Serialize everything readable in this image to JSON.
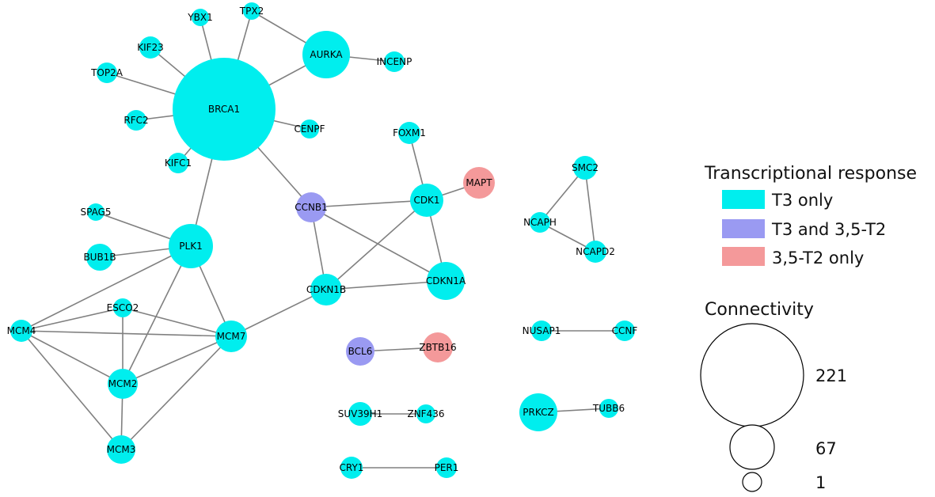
{
  "colors": {
    "t3_only": "#00EEEE",
    "t3_and_t2": "#9A9AF2",
    "t2_only": "#F4999A",
    "edge": "#808080"
  },
  "nodes": [
    {
      "id": "BRCA1",
      "group": "t3_only"
    },
    {
      "id": "AURKA",
      "group": "t3_only"
    },
    {
      "id": "TPX2",
      "group": "t3_only"
    },
    {
      "id": "YBX1",
      "group": "t3_only"
    },
    {
      "id": "KIF23",
      "group": "t3_only"
    },
    {
      "id": "TOP2A",
      "group": "t3_only"
    },
    {
      "id": "RFC2",
      "group": "t3_only"
    },
    {
      "id": "KIFC1",
      "group": "t3_only"
    },
    {
      "id": "CENPF",
      "group": "t3_only"
    },
    {
      "id": "INCENP",
      "group": "t3_only"
    },
    {
      "id": "PLK1",
      "group": "t3_only"
    },
    {
      "id": "SPAG5",
      "group": "t3_only"
    },
    {
      "id": "BUB1B",
      "group": "t3_only"
    },
    {
      "id": "ESCO2",
      "group": "t3_only"
    },
    {
      "id": "MCM4",
      "group": "t3_only"
    },
    {
      "id": "MCM7",
      "group": "t3_only"
    },
    {
      "id": "MCM2",
      "group": "t3_only"
    },
    {
      "id": "MCM3",
      "group": "t3_only"
    },
    {
      "id": "CCNB1",
      "group": "t3_and_t2"
    },
    {
      "id": "CDK1",
      "group": "t3_only"
    },
    {
      "id": "FOXM1",
      "group": "t3_only"
    },
    {
      "id": "MAPT",
      "group": "t2_only"
    },
    {
      "id": "CDKN1B",
      "group": "t3_only"
    },
    {
      "id": "CDKN1A",
      "group": "t3_only"
    },
    {
      "id": "SMC2",
      "group": "t3_only"
    },
    {
      "id": "NCAPH",
      "group": "t3_only"
    },
    {
      "id": "NCAPD2",
      "group": "t3_only"
    },
    {
      "id": "BCL6",
      "group": "t3_and_t2"
    },
    {
      "id": "ZBTB16",
      "group": "t2_only"
    },
    {
      "id": "NUSAP1",
      "group": "t3_only"
    },
    {
      "id": "CCNF",
      "group": "t3_only"
    },
    {
      "id": "SUV39H1",
      "group": "t3_only"
    },
    {
      "id": "ZNF436",
      "group": "t3_only"
    },
    {
      "id": "PRKCZ",
      "group": "t3_only"
    },
    {
      "id": "TUBB6",
      "group": "t3_only"
    },
    {
      "id": "CRY1",
      "group": "t3_only"
    },
    {
      "id": "PER1",
      "group": "t3_only"
    }
  ],
  "edges": [
    [
      "BRCA1",
      "AURKA"
    ],
    [
      "BRCA1",
      "TPX2"
    ],
    [
      "BRCA1",
      "YBX1"
    ],
    [
      "BRCA1",
      "KIF23"
    ],
    [
      "BRCA1",
      "TOP2A"
    ],
    [
      "BRCA1",
      "RFC2"
    ],
    [
      "BRCA1",
      "KIFC1"
    ],
    [
      "BRCA1",
      "CENPF"
    ],
    [
      "BRCA1",
      "PLK1"
    ],
    [
      "BRCA1",
      "CCNB1"
    ],
    [
      "AURKA",
      "TPX2"
    ],
    [
      "AURKA",
      "INCENP"
    ],
    [
      "PLK1",
      "SPAG5"
    ],
    [
      "PLK1",
      "BUB1B"
    ],
    [
      "PLK1",
      "MCM4"
    ],
    [
      "PLK1",
      "MCM2"
    ],
    [
      "PLK1",
      "MCM7"
    ],
    [
      "MCM4",
      "ESCO2"
    ],
    [
      "MCM4",
      "MCM7"
    ],
    [
      "MCM4",
      "MCM2"
    ],
    [
      "MCM4",
      "MCM3"
    ],
    [
      "ESCO2",
      "MCM7"
    ],
    [
      "ESCO2",
      "MCM2"
    ],
    [
      "MCM7",
      "MCM2"
    ],
    [
      "MCM7",
      "MCM3"
    ],
    [
      "MCM7",
      "CDKN1B"
    ],
    [
      "MCM2",
      "MCM3"
    ],
    [
      "CCNB1",
      "CDK1"
    ],
    [
      "CCNB1",
      "CDKN1B"
    ],
    [
      "CCNB1",
      "CDKN1A"
    ],
    [
      "CDK1",
      "FOXM1"
    ],
    [
      "CDK1",
      "MAPT"
    ],
    [
      "CDK1",
      "CDKN1B"
    ],
    [
      "CDK1",
      "CDKN1A"
    ],
    [
      "CDKN1B",
      "CDKN1A"
    ],
    [
      "SMC2",
      "NCAPH"
    ],
    [
      "SMC2",
      "NCAPD2"
    ],
    [
      "NCAPH",
      "NCAPD2"
    ],
    [
      "BCL6",
      "ZBTB16"
    ],
    [
      "NUSAP1",
      "CCNF"
    ],
    [
      "SUV39H1",
      "ZNF436"
    ],
    [
      "PRKCZ",
      "TUBB6"
    ],
    [
      "CRY1",
      "PER1"
    ]
  ],
  "legend": {
    "response_title": "Transcriptional response",
    "items": [
      {
        "label": "T3 only",
        "group": "t3_only"
      },
      {
        "label": "T3 and 3,5-T2",
        "group": "t3_and_t2"
      },
      {
        "label": "3,5-T2 only",
        "group": "t2_only"
      }
    ],
    "connectivity_title": "Connectivity",
    "sizes": [
      {
        "label": "221"
      },
      {
        "label": "67"
      },
      {
        "label": "1"
      }
    ]
  }
}
